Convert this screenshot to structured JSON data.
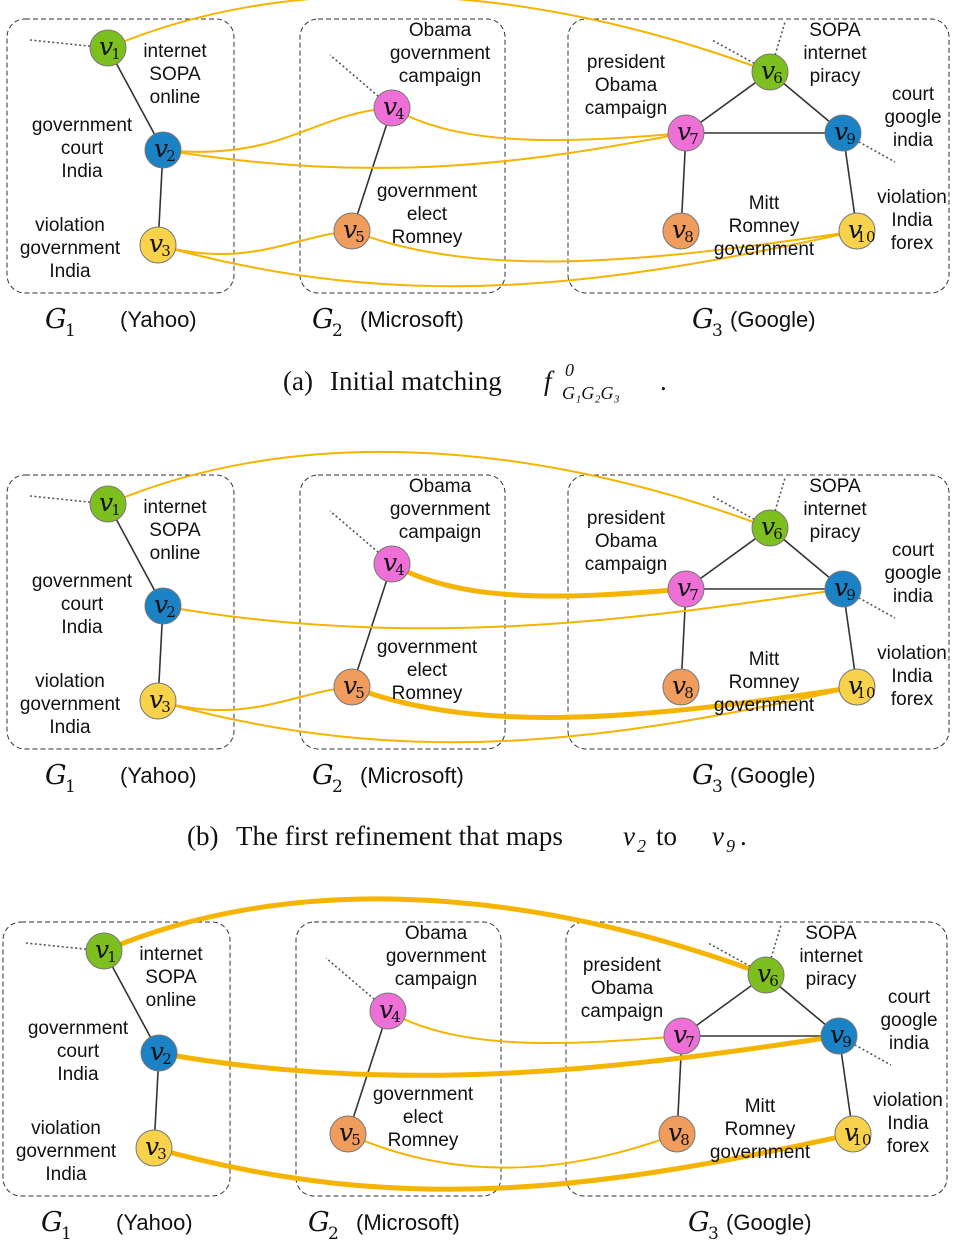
{
  "graphs": [
    {
      "id": "G1",
      "name": "G",
      "sub": "1",
      "company": "(Yahoo)"
    },
    {
      "id": "G2",
      "name": "G",
      "sub": "2",
      "company": "(Microsoft)"
    },
    {
      "id": "G3",
      "name": "G",
      "sub": "3",
      "company": "(Google)"
    }
  ],
  "node_colors": {
    "green": "#7dbf1e",
    "blue": "#1b82c5",
    "yellow": "#f8d24a",
    "pink": "#ee70d6",
    "orange": "#f09c5c"
  },
  "match_color": "#f5b400",
  "nodes": [
    {
      "id": "v1",
      "base": "v",
      "sub": "1",
      "color": "green"
    },
    {
      "id": "v2",
      "base": "v",
      "sub": "2",
      "color": "blue"
    },
    {
      "id": "v3",
      "base": "v",
      "sub": "3",
      "color": "yellow"
    },
    {
      "id": "v4",
      "base": "v",
      "sub": "4",
      "color": "pink"
    },
    {
      "id": "v5",
      "base": "v",
      "sub": "5",
      "color": "orange"
    },
    {
      "id": "v6",
      "base": "v",
      "sub": "6",
      "color": "green"
    },
    {
      "id": "v7",
      "base": "v",
      "sub": "7",
      "color": "pink"
    },
    {
      "id": "v8",
      "base": "v",
      "sub": "8",
      "color": "orange"
    },
    {
      "id": "v9",
      "base": "v",
      "sub": "9",
      "color": "blue"
    },
    {
      "id": "v10",
      "base": "v",
      "sub": "10",
      "color": "yellow"
    }
  ],
  "keywords": {
    "v1": [
      "internet",
      "SOPA",
      "online"
    ],
    "v2": [
      "government",
      "court",
      "India"
    ],
    "v3": [
      "violation",
      "government",
      "India"
    ],
    "v4": [
      "Obama",
      "government",
      "campaign"
    ],
    "v5": [
      "government",
      "elect",
      "Romney"
    ],
    "v6": [
      "SOPA",
      "internet",
      "piracy"
    ],
    "v7": [
      "president",
      "Obama",
      "campaign"
    ],
    "v8": [
      "Mitt",
      "Romney",
      "government"
    ],
    "v9": [
      "court",
      "google",
      "india"
    ],
    "v10": [
      "violation",
      "India",
      "forex"
    ]
  },
  "graph_edges": [
    [
      "v1",
      "v2"
    ],
    [
      "v2",
      "v3"
    ],
    [
      "v4",
      "v5"
    ],
    [
      "v6",
      "v7"
    ],
    [
      "v6",
      "v9"
    ],
    [
      "v7",
      "v9"
    ],
    [
      "v7",
      "v8"
    ],
    [
      "v9",
      "v10"
    ]
  ],
  "panels": [
    {
      "id": "a",
      "caption": {
        "prefix": "(a)",
        "text": "Initial matching",
        "math": "f",
        "sup": "0",
        "sub": "G₁G₂G₃",
        "end": "."
      },
      "matches": [
        {
          "from": "v1",
          "to": "v6",
          "thick": false
        },
        {
          "from": "v2",
          "to": "v4",
          "thick": false
        },
        {
          "from": "v2",
          "to": "v7",
          "thick": false
        },
        {
          "from": "v4",
          "to": "v7",
          "thick": false
        },
        {
          "from": "v3",
          "to": "v5",
          "thick": false
        },
        {
          "from": "v3",
          "to": "v10",
          "thick": false
        },
        {
          "from": "v5",
          "to": "v10",
          "thick": false
        }
      ]
    },
    {
      "id": "b",
      "caption": {
        "prefix": "(b)",
        "text": "The first refinement that maps",
        "v_a": "v",
        "v_a_sub": "2",
        "mid": "to",
        "v_b": "v",
        "v_b_sub": "9",
        "end": "."
      },
      "matches": [
        {
          "from": "v1",
          "to": "v6",
          "thick": false
        },
        {
          "from": "v2",
          "to": "v9",
          "thick": false
        },
        {
          "from": "v4",
          "to": "v7",
          "thick": true
        },
        {
          "from": "v3",
          "to": "v5",
          "thick": false
        },
        {
          "from": "v5",
          "to": "v10",
          "thick": true
        },
        {
          "from": "v3",
          "to": "v10",
          "thick": false
        }
      ]
    },
    {
      "id": "c",
      "caption": null,
      "matches": [
        {
          "from": "v1",
          "to": "v6",
          "thick": true
        },
        {
          "from": "v2",
          "to": "v9",
          "thick": true
        },
        {
          "from": "v4",
          "to": "v7",
          "thick": false
        },
        {
          "from": "v5",
          "to": "v8",
          "thick": false
        },
        {
          "from": "v3",
          "to": "v10",
          "thick": true
        }
      ]
    }
  ]
}
